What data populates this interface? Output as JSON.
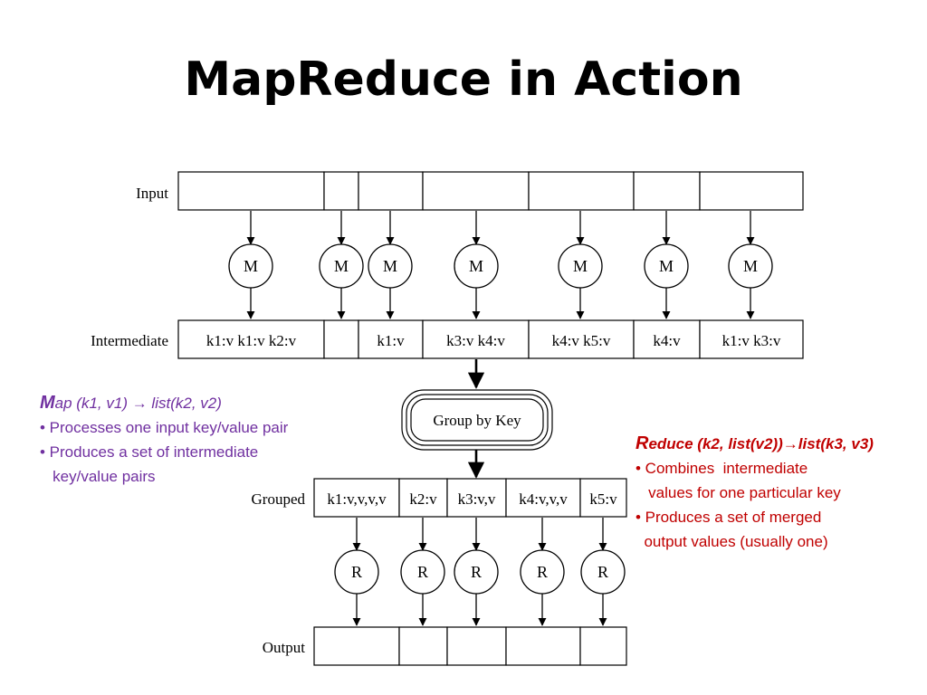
{
  "title": "MapReduce in Action",
  "diagram": {
    "labels": {
      "input": "Input",
      "intermediate": "Intermediate",
      "grouped": "Grouped",
      "output": "Output",
      "group_by_key": "Group by Key"
    },
    "map_symbol": "M",
    "reduce_symbol": "R",
    "intermediate_cells": [
      "k1:v k1:v k2:v",
      "",
      "k1:v",
      "k3:v k4:v",
      "k4:v k5:v",
      "k4:v",
      "k1:v k3:v"
    ],
    "grouped_cells": [
      "k1:v,v,v,v",
      "k2:v",
      "k3:v,v",
      "k4:v,v,v",
      "k5:v"
    ]
  },
  "map_note": {
    "cap": "M",
    "head": "ap (k1, v1) →  list(k2, v2)",
    "lines": [
      "• Processes one input key/value pair",
      "• Produces a set of intermediate",
      "   key/value pairs"
    ]
  },
  "reduce_note": {
    "cap": "R",
    "head": "educe (k2, list(v2))→list(k3, v3)",
    "lines": [
      "• Combines  intermediate",
      "   values for one particular key",
      "• Produces a set of merged",
      "  output values (usually one)"
    ]
  }
}
